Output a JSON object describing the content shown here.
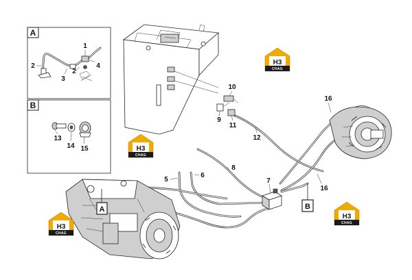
{
  "panels": {
    "a": {
      "letter": "A",
      "callouts": [
        "1",
        "2",
        "3",
        "4",
        "2"
      ]
    },
    "b": {
      "letter": "B",
      "callouts": [
        "13",
        "14",
        "15"
      ]
    }
  },
  "callouts": {
    "c5": "5",
    "c6": "6",
    "c7": "7",
    "c8": "8",
    "c9": "9",
    "c10": "10",
    "c11": "11",
    "c12": "12",
    "c16a": "16",
    "c16b": "16"
  },
  "flags": {
    "a": "A",
    "b": "B"
  },
  "logo": {
    "main": "H3",
    "sub": "CHAG"
  },
  "colors": {
    "logo_roof": "#f2a900",
    "logo_bar": "#1a1a1a"
  },
  "icons": {
    "logo": "h3-chag-house-icon"
  }
}
